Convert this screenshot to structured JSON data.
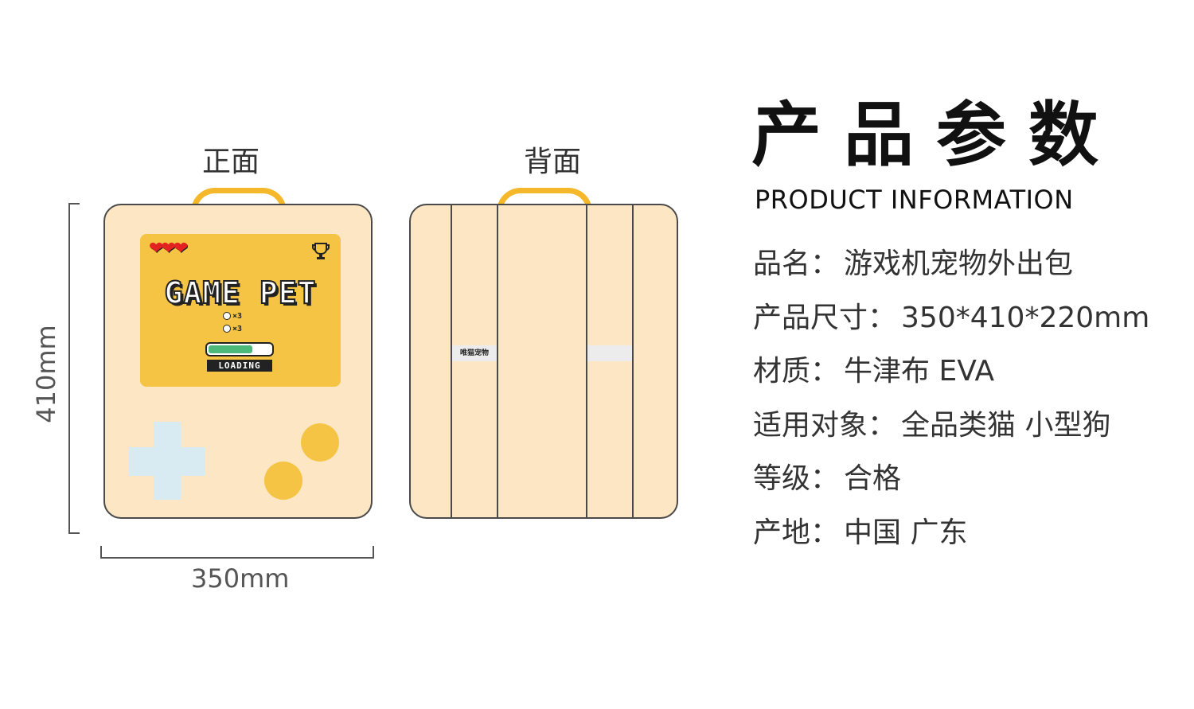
{
  "views": {
    "front_label": "正面",
    "back_label": "背面"
  },
  "front_screen": {
    "hearts": "❤❤❤",
    "title": "GAME PET",
    "life1": "×3",
    "life2": "×3",
    "loading_text": "LOADING",
    "loading_progress": 0.72
  },
  "back": {
    "strap_tag": "唯猫宠物"
  },
  "dimensions": {
    "height": "410mm",
    "width": "350mm"
  },
  "info": {
    "title": "产品参数",
    "subtitle": "PRODUCT INFORMATION",
    "specs": [
      {
        "label": "品名：",
        "value": "游戏机宠物外出包"
      },
      {
        "label": "产品尺寸：",
        "value": "350*410*220mm"
      },
      {
        "label": "材质：",
        "value": "牛津布 EVA"
      },
      {
        "label": "适用对象：",
        "value": "全品类猫 小型狗"
      },
      {
        "label": "等级：",
        "value": "合格"
      },
      {
        "label": "产地：",
        "value": "中国 广东"
      }
    ]
  },
  "colors": {
    "bag_body": "#fde6c4",
    "screen": "#f5c444",
    "handle": "#f5b82a",
    "dpad": "#d8eaf2",
    "loading_fill": "#4cb879"
  }
}
